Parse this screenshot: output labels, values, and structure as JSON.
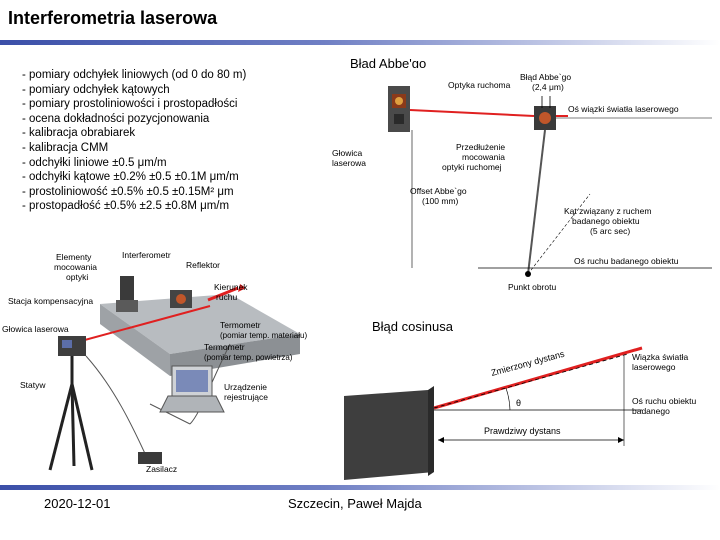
{
  "title": "Interferometria laserowa",
  "bullets": [
    "- pomiary odchyłek liniowych (od 0 do 80 m)",
    "- pomiary odchyłek kątowych",
    "- pomiary prostoliniowości i prostopadłości",
    "- ocena dokładności pozycjonowania",
    "- kalibracja obrabiarek",
    "- kalibracja CMM",
    "- odchyłki liniowe ±0.5 μm/m",
    "- odchyłki kątowe ±0.2% ±0.5 ±0.1M μm/m",
    "- prostoliniowość ±0.5% ±0.5 ±0.15M² μm",
    "- prostopadłość ±0.5% ±2.5 ±0.8M μm/m"
  ],
  "abbe": {
    "heading": "Błąd Abbe'go",
    "optic_label": "Optyka ruchoma",
    "error_label_1": "Błąd Abbe`go",
    "error_label_2": "(2,4 μm)",
    "beam_axis": "Oś wiązki światła laserowego",
    "head_label_1": "Głowica",
    "head_label_2": "laserowa",
    "extension_1": "Przedłużenie",
    "extension_2": "mocowania",
    "extension_3": "optyki ruchomej",
    "offset_1": "Offset Abbe`go",
    "offset_2": "(100 mm)",
    "angle_1": "Kąt związany z ruchem",
    "angle_2": "badanego obiektu",
    "angle_3": "(5 arc sec)",
    "motion_axis": "Oś ruchu badanego obiektu",
    "pivot": "Punkt obrotu"
  },
  "setup": {
    "interferometer": "Interferometr",
    "optics_1": "Elementy",
    "optics_2": "mocowania",
    "optics_3": "optyki",
    "reflector": "Reflektor",
    "direction_1": "Kierunek",
    "direction_2": "ruchu",
    "compensation": "Stacja kompensacyjna",
    "head": "Głowica laserowa",
    "thermo1_1": "Termometr",
    "thermo1_2": "(pomiar temp. materiału)",
    "thermo2_1": "Termometr",
    "thermo2_2": "(pomiar temp. powietrza)",
    "device_1": "Urządzenie",
    "device_2": "rejestrujące",
    "tripod": "Statyw",
    "power": "Zasilacz"
  },
  "cosine": {
    "heading": "Błąd cosinusa",
    "measured": "Zmierzony dystans",
    "beam_1": "Wiązka światła",
    "beam_2": "laserowego",
    "theta": "θ",
    "motion_1": "Oś ruchu obiektu",
    "motion_2": "badanego",
    "true_distance": "Prawdziwy dystans"
  },
  "footer": {
    "date": "2020-12-01",
    "author": "Szczecin, Paweł Majda"
  },
  "colors": {
    "accent": "#3b4fa8",
    "laser": "#e02020",
    "label_blue": "#1b2a80"
  }
}
